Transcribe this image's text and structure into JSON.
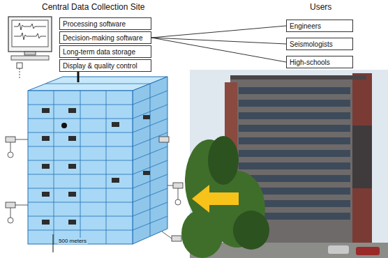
{
  "diagram": {
    "title": "Central Data Collection Site",
    "nodes": [
      {
        "text": [
          "Processing software"
        ]
      },
      {
        "text": [
          "Decision-making software"
        ]
      },
      {
        "text": [
          "Long-term data storage"
        ]
      },
      {
        "text": [
          "Display & quality control"
        ]
      },
      {
        "text": [
          "Engineers"
        ]
      },
      {
        "text": [
          "Seismologists"
        ]
      },
      {
        "text": [
          "High-schools"
        ]
      }
    ],
    "edges": [
      {
        "from": 1,
        "to": 4,
        "arrow": "none"
      },
      {
        "from": 1,
        "to": 5,
        "arrow": "none"
      },
      {
        "from": 1,
        "to": 6,
        "arrow": "none"
      }
    ],
    "labels": [
      "Users",
      "500 meters"
    ]
  }
}
